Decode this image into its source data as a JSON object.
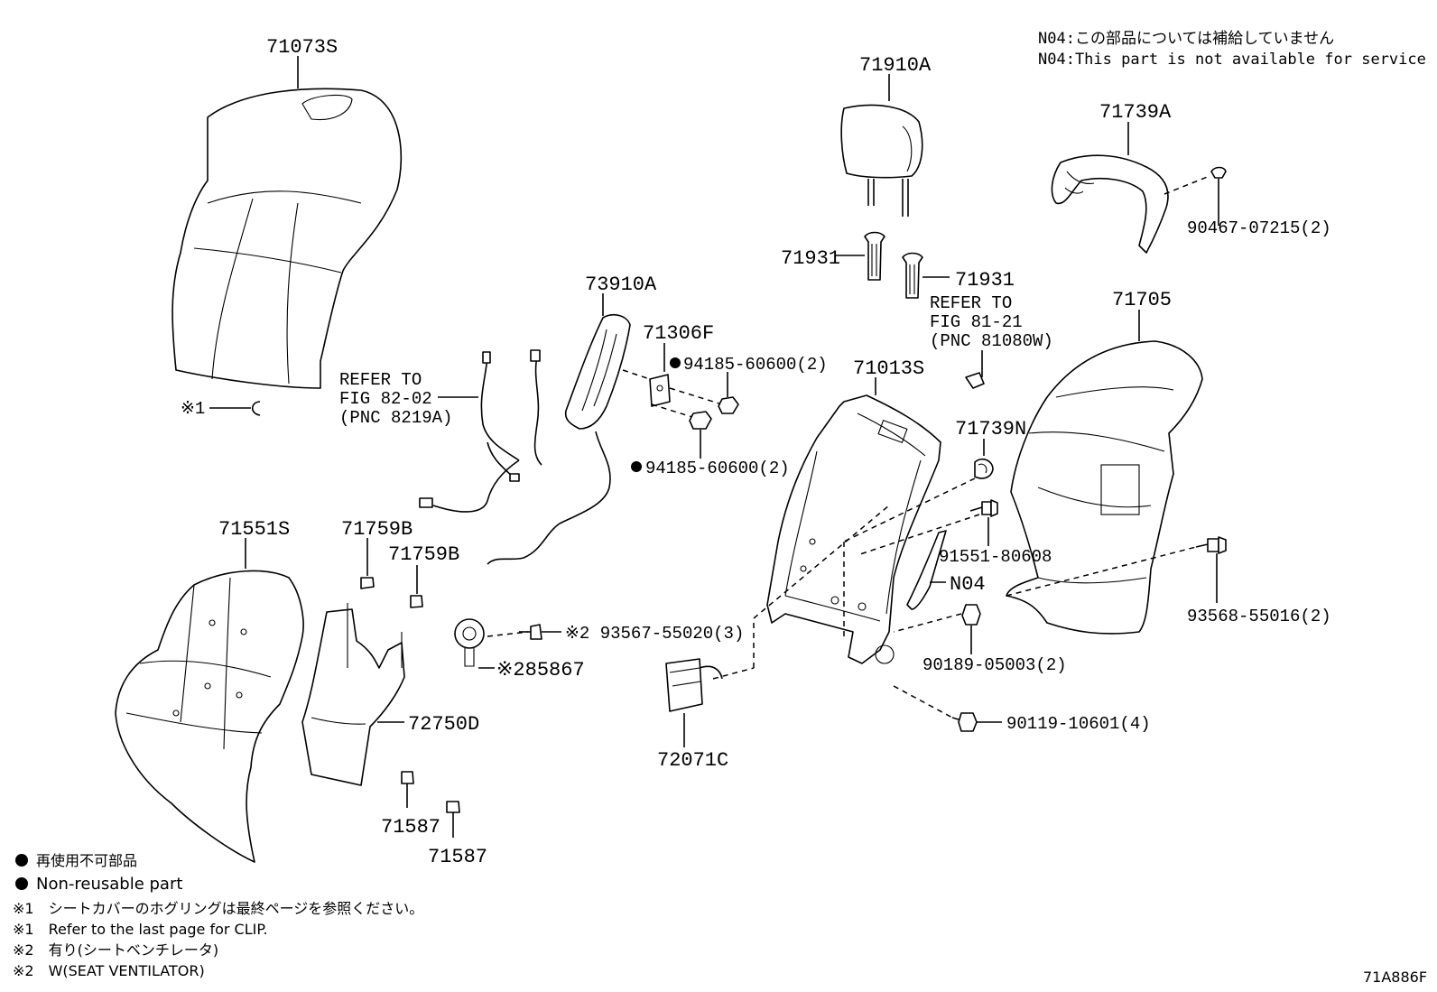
{
  "notes": {
    "n04_jp": "N04:この部品については補給していません",
    "n04_en": "N04:This part is not available for service"
  },
  "parts": {
    "p71073S": "71073S",
    "p71910A": "71910A",
    "p71739A": "71739A",
    "p90467": "90467-07215(2)",
    "p71931a": "71931",
    "p71931b": "71931",
    "refer_fig81": [
      "REFER TO",
      "FIG 81-21",
      "(PNC 81080W)"
    ],
    "p71705": "71705",
    "p73910A": "73910A",
    "p71306F": "71306F",
    "p94185a": "94185-60600(2)",
    "p94185b": "94185-60600(2)",
    "refer_fig82": [
      "REFER TO",
      "FIG 82-02",
      "(PNC 8219A)"
    ],
    "mark1_clip": "※1",
    "p71013S": "71013S",
    "p71739N": "71739N",
    "p91551": "91551-80608",
    "pN04": "N04",
    "p93568": "93568-55016(2)",
    "p71551S": "71551S",
    "p71759B_a": "71759B",
    "p71759B_b": "71759B",
    "p93567": "※2 93567-55020(3)",
    "p85867": "※285867",
    "p72750D": "72750D",
    "p72071C": "72071C",
    "p90189": "90189-05003(2)",
    "p90119": "90119-10601(4)",
    "p71587a": "71587",
    "p71587b": "71587"
  },
  "legend": {
    "nonreusable_jp": "再使用不可部品",
    "nonreusable_en": "Non-reusable part",
    "note1_jp": "※1　シートカバーのホグリングは最終ページを参照ください。",
    "note1_en": "※1　Refer to the last page for CLIP.",
    "note2_jp": "※2　有り(シートベンチレータ)",
    "note2_en": "※2　W(SEAT VENTILATOR)"
  },
  "figure_id": "71A886F"
}
